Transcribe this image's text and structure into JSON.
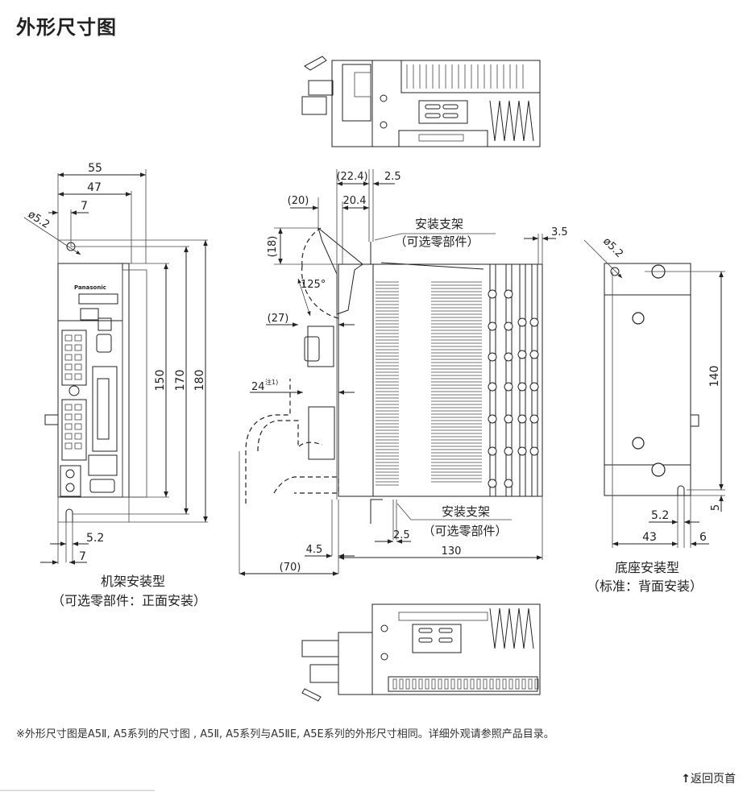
{
  "page": {
    "title": "外形尺寸图",
    "note": "※外形尺寸图是A5Ⅱ, A5系列的尺寸图 , A5Ⅱ, A5系列与A5ⅡE, A5E系列的外形尺寸相同。详细外观请参照产品目录。",
    "back_to_top": "返回页首",
    "back_to_top_icon": "arrow-up-icon"
  },
  "front_view": {
    "brand": "Panasonic",
    "caption_line1": "机架安装型",
    "caption_line2": "（可选零部件：正面安装）",
    "dims": {
      "width_total": "55",
      "width_inner": "47",
      "hole_offset_top": "7",
      "hole_diameter": "ø5.2",
      "height_150": "150",
      "height_170": "170",
      "height_180": "180",
      "slot_width": "5.2",
      "hole_offset_bottom": "7"
    }
  },
  "side_view": {
    "bracket_top_label_1": "安装支架",
    "bracket_top_label_2": "（可选零部件）",
    "bracket_bottom_label_1": "安装支架",
    "bracket_bottom_label_2": "（可选零部件）",
    "dims": {
      "d_22_4": "(22.4)",
      "d_2_5_top": "2.5",
      "d_20": "(20)",
      "d_20_4": "20.4",
      "d_18": "(18)",
      "angle": "125°",
      "d_27": "(27)",
      "d_24": "24",
      "d_24_note": "注1)",
      "d_3_5": "3.5",
      "d_4_5": "4.5",
      "d_2_5_bottom": "2.5",
      "d_130": "130",
      "d_70": "(70)"
    }
  },
  "rear_view": {
    "caption_line1": "底座安装型",
    "caption_line2": "（标准：背面安装）",
    "dims": {
      "hole_diameter": "ø5.2",
      "height_140": "140",
      "d_5": "5",
      "slot_width": "5.2",
      "d_43": "43",
      "d_6": "6"
    }
  }
}
